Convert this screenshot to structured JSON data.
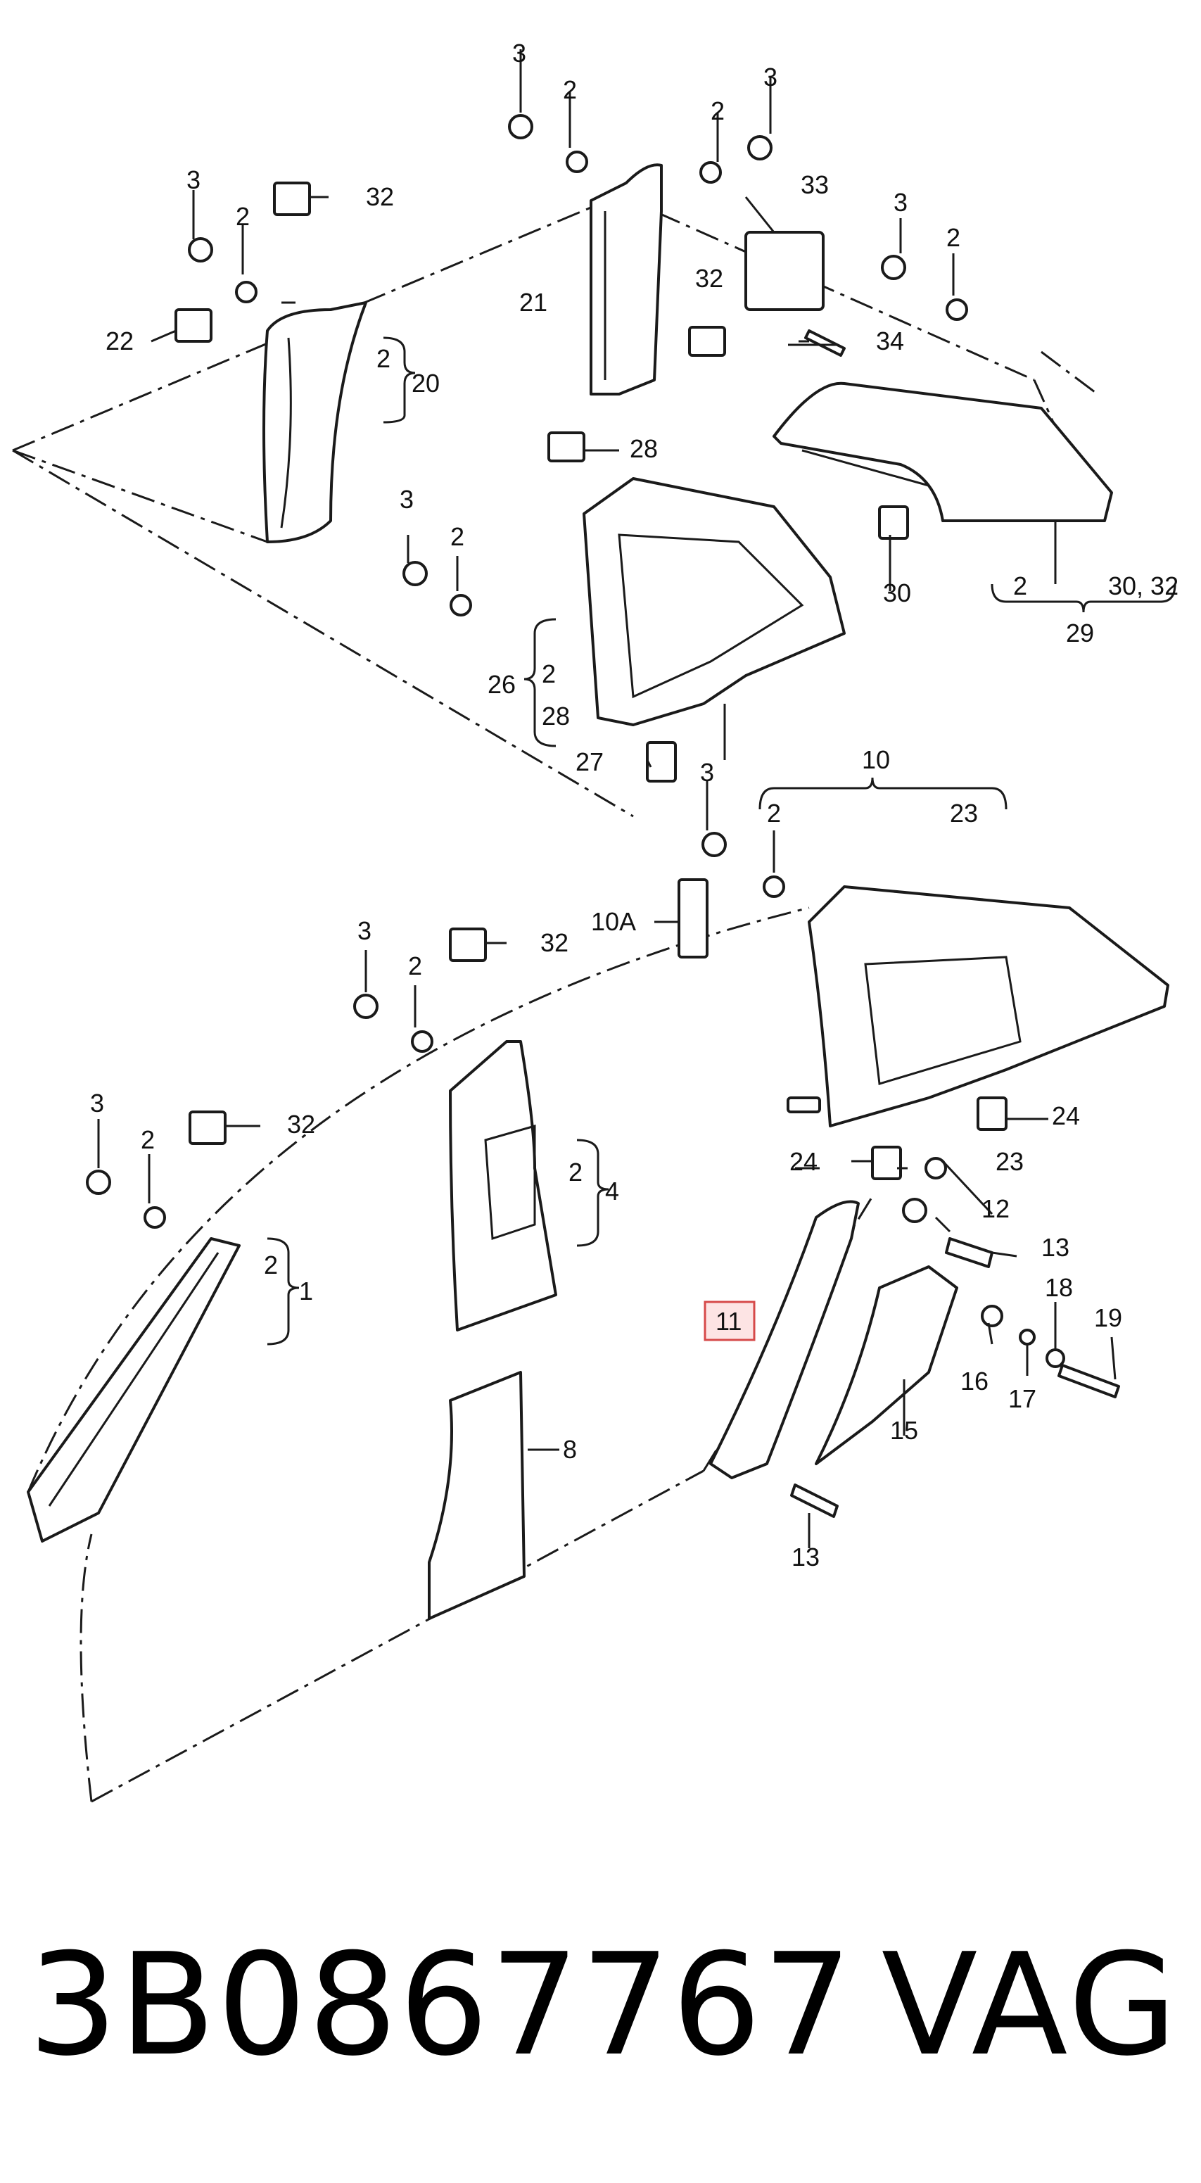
{
  "diagram": {
    "labels": {
      "c1": "1",
      "c2": "2",
      "c3": "3",
      "c4": "4",
      "c8": "8",
      "c10": "10",
      "c10a": "10A",
      "c11": "11",
      "c12": "12",
      "c13": "13",
      "c15": "15",
      "c16": "16",
      "c17": "17",
      "c18": "18",
      "c19": "19",
      "c20": "20",
      "c21": "21",
      "c22": "22",
      "c23": "23",
      "c24": "24",
      "c26": "26",
      "c27": "27",
      "c28": "28",
      "c29": "29",
      "c30": "30",
      "c30_32": "30, 32",
      "c32": "32",
      "c33": "33",
      "c34": "34"
    },
    "highlighted_part": "11",
    "highlight_color": "#d64a4a"
  },
  "footer": {
    "part_number": "3B0867767",
    "brand": "VAG"
  }
}
